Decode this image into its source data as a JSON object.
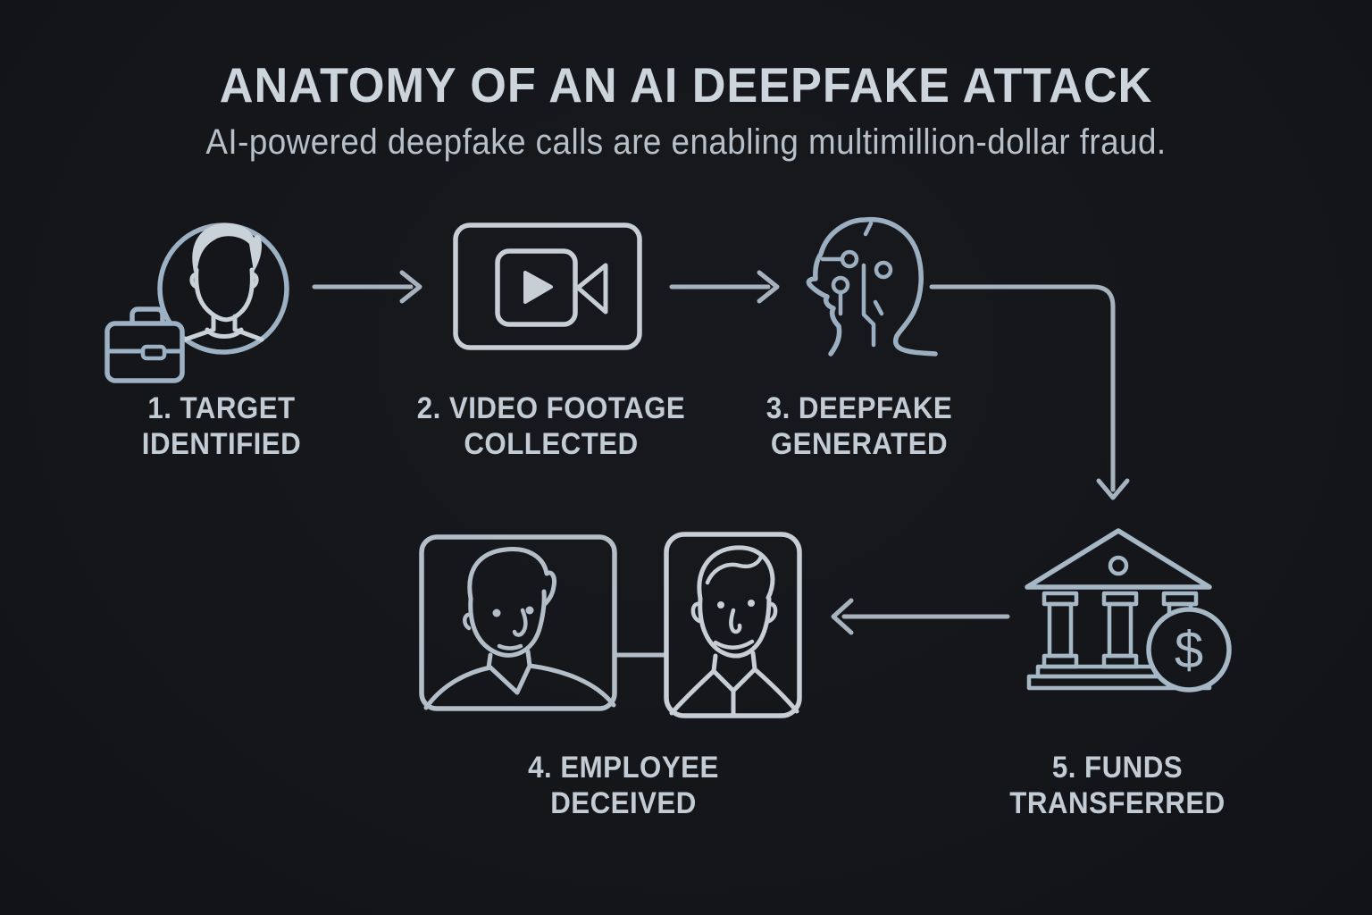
{
  "header": {
    "title": "ANATOMY OF AN AI DEEPFAKE ATTACK",
    "subtitle": "AI-powered deepfake calls are enabling multimillion-dollar fraud."
  },
  "colors": {
    "background": "#14161a",
    "title_text": "#ccd4dc",
    "subtitle_text": "#b7c0c8",
    "label_text": "#c3ccd4",
    "stroke_avatar": "#9db1c4",
    "stroke_face": "#c9d1d9",
    "stroke_video": "#c7ced5",
    "stroke_head": "#9cafc0",
    "stroke_portrait_left": "#b4bec8",
    "stroke_portrait_right": "#c7ced5",
    "stroke_bank": "#a6b7c6",
    "stroke_arrow": "#a6b3bf"
  },
  "steps": [
    {
      "id": 1,
      "icon": "target-businessperson-icon",
      "label_line1": "1. TARGET",
      "label_line2": "IDENTIFIED"
    },
    {
      "id": 2,
      "icon": "video-camera-icon",
      "label_line1": "2. VIDEO FOOTAGE",
      "label_line2": "COLLECTED"
    },
    {
      "id": 3,
      "icon": "ai-head-circuit-icon",
      "label_line1": "3. DEEPFAKE",
      "label_line2": "GENERATED"
    },
    {
      "id": 4,
      "icon": "video-call-portraits-icon",
      "label_line1": "4. EMPLOYEE",
      "label_line2": "DECEIVED"
    },
    {
      "id": 5,
      "icon": "bank-dollar-icon",
      "label_line1": "5. FUNDS",
      "label_line2": "TRANSFERRED",
      "coin_symbol": "$"
    }
  ],
  "arrows": [
    {
      "from": "step-1",
      "to": "step-2",
      "direction": "right"
    },
    {
      "from": "step-2",
      "to": "step-3",
      "direction": "right"
    },
    {
      "from": "step-3",
      "to": "step-5",
      "direction": "right-then-down"
    },
    {
      "from": "step-5",
      "to": "step-4",
      "direction": "left"
    }
  ]
}
